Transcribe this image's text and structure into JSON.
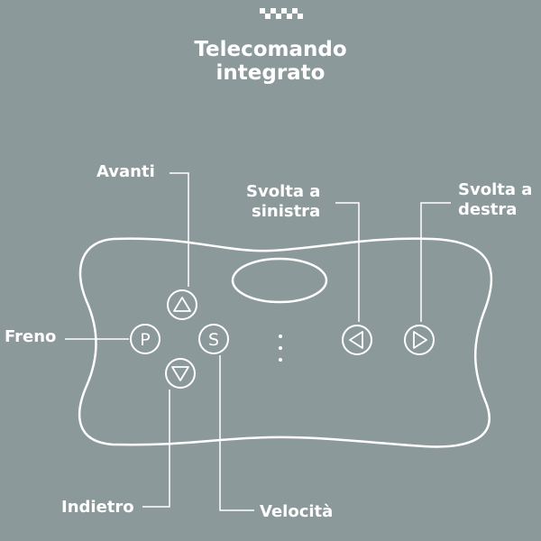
{
  "title": {
    "line1": "Telecomando",
    "line2": "integrato"
  },
  "labels": {
    "forward": "Avanti",
    "turn_left_1": "Svolta a",
    "turn_left_2": "sinistra",
    "turn_right_1": "Svolta a",
    "turn_right_2": "destra",
    "brake": "Freno",
    "backward": "Indietro",
    "speed": "Velocità"
  },
  "buttons": {
    "p": "P",
    "s": "S"
  },
  "icons": {
    "logo": "checkered-flag-icon",
    "up": "triangle-up-icon",
    "down": "triangle-down-icon",
    "left": "triangle-left-icon",
    "right": "triangle-right-icon",
    "dots": "vertical-dots-icon"
  },
  "colors": {
    "background": "#8c999b",
    "foreground": "#ffffff"
  }
}
